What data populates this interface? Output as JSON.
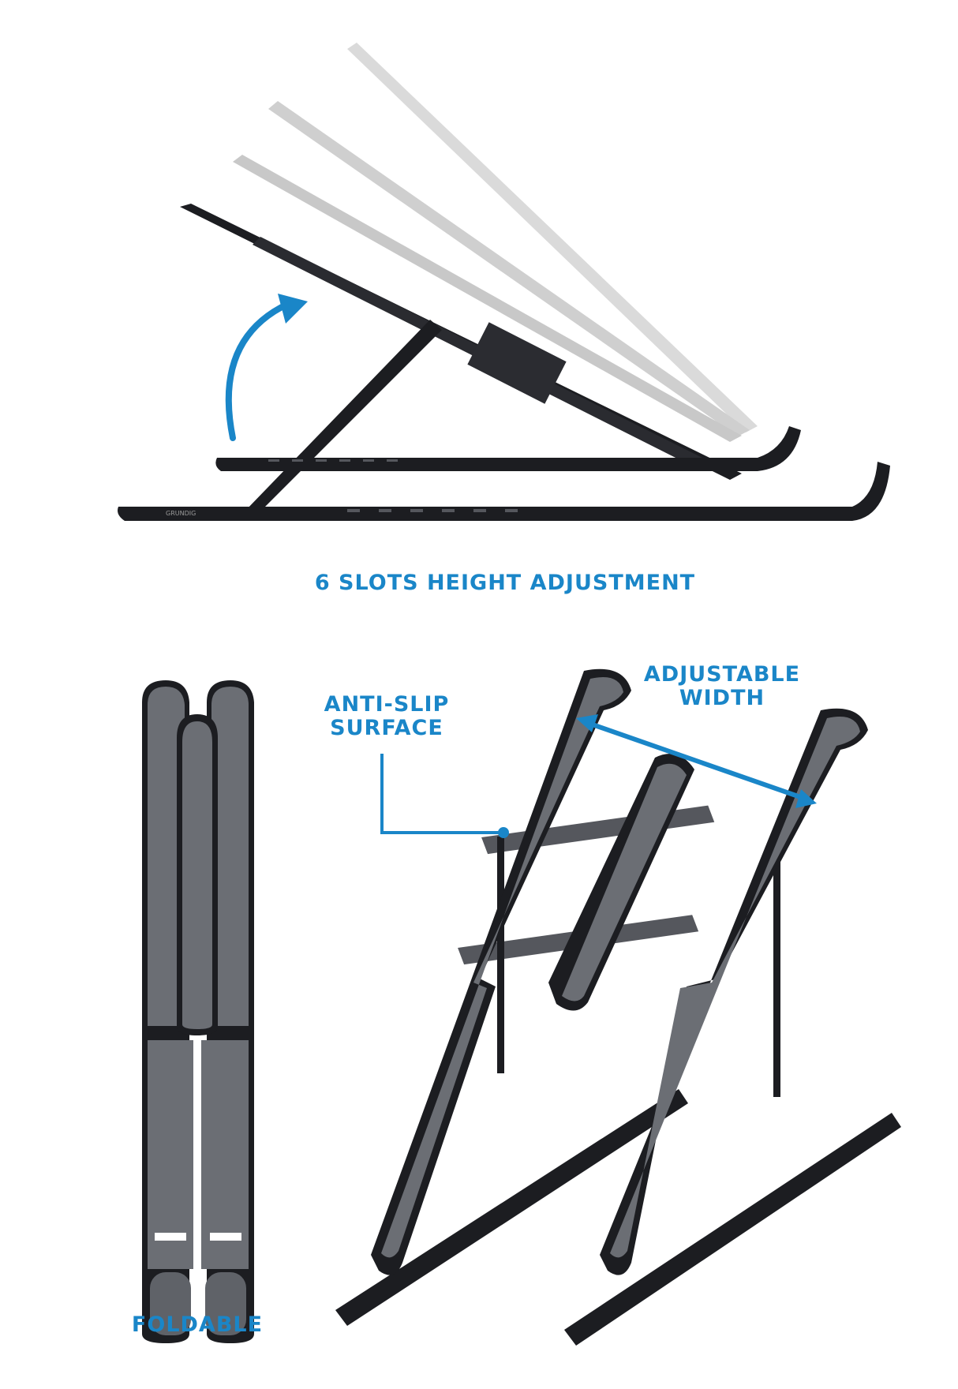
{
  "product": {
    "type": "Laptop stand",
    "brand_mark": "GRUNDIG"
  },
  "labels": {
    "height_adjustment": "6 SLOTS HEIGHT ADJUSTMENT",
    "anti_slip_line1": "ANTI-SLIP",
    "anti_slip_line2": "SURFACE",
    "adjustable_width_line1": "ADJUSTABLE",
    "adjustable_width_line2": "WIDTH",
    "foldable": "FOLDABLE"
  },
  "colors": {
    "accent": "#1a86c8",
    "stand_dark": "#1c1d21",
    "stand_surface": "#6b6e74",
    "ghost": "#c9c9c9",
    "background": "#ffffff"
  }
}
